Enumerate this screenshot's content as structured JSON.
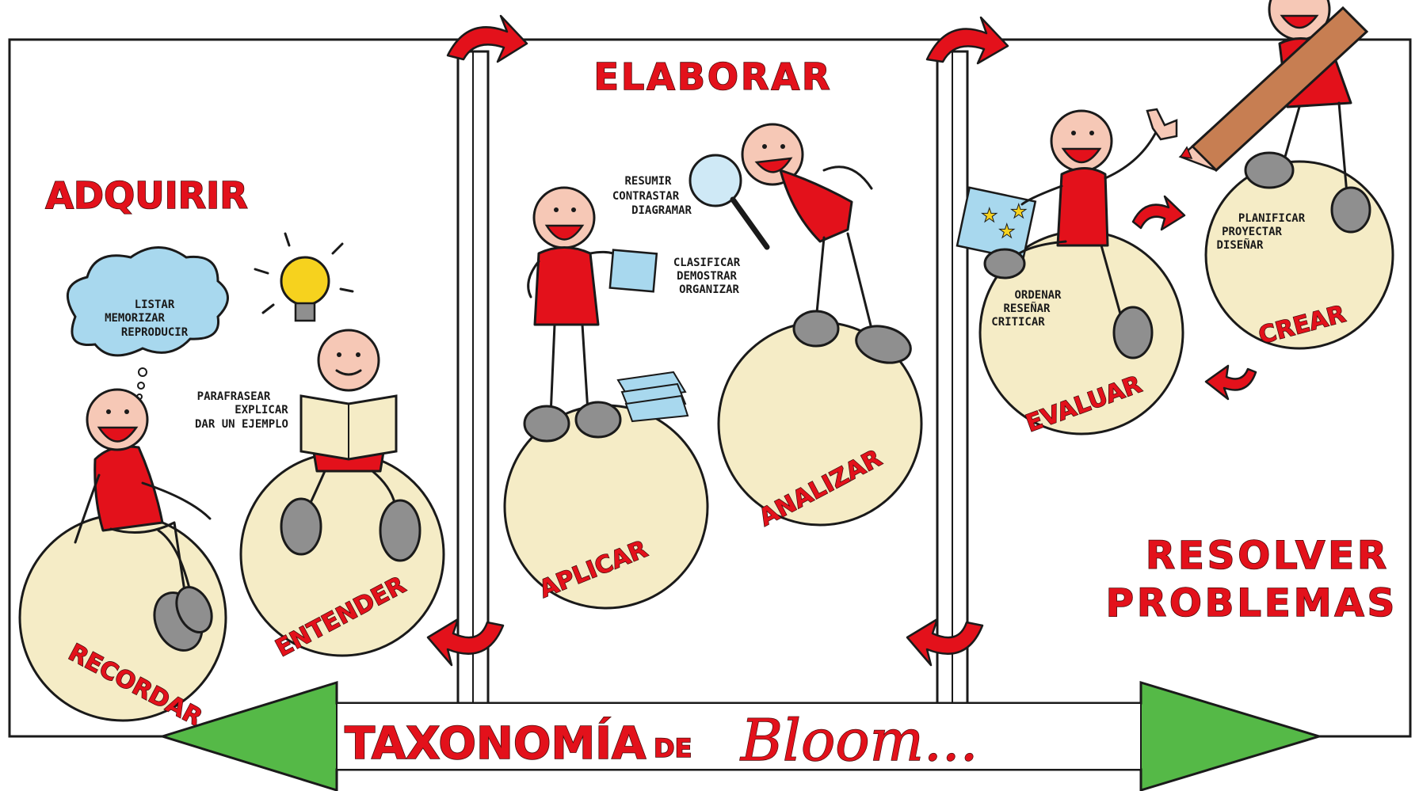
{
  "titles": {
    "adquirir": "ADQUIRIR",
    "elaborar": "ELABORAR",
    "resolver_line1": "RESOLVER",
    "resolver_line2": "PROBLEMAS"
  },
  "levels": {
    "recordar": "RECORDAR",
    "entender": "ENTENDER",
    "aplicar": "APLICAR",
    "analizar": "ANALIZAR",
    "evaluar": "EVALUAR",
    "crear": "CREAR"
  },
  "verbs": {
    "recordar": [
      "LISTAR",
      "MEMORIZAR",
      "REPRODUCIR"
    ],
    "entender": [
      "PARAFRASEAR",
      "EXPLICAR",
      "DAR UN EJEMPLO"
    ],
    "aplicar": [
      "RESUMIR",
      "CONTRASTAR",
      "DIAGRAMAR"
    ],
    "analizar": [
      "CLASIFICAR",
      "DEMOSTRAR",
      "ORGANIZAR"
    ],
    "evaluar": [
      "ORDENAR",
      "RESEÑAR",
      "CRITICAR"
    ],
    "crear": [
      "PLANIFICAR",
      "PROYECTAR",
      "DISEÑAR"
    ]
  },
  "banner": {
    "taxonomia": "TAXONOMÍA",
    "de": "DE",
    "bloom": "Bloom..."
  },
  "colors": {
    "accent_red": "#e3111b",
    "arrow_green": "#55b947",
    "ball_cream": "#f5ecc6",
    "cloud_blue": "#a8d8ee",
    "bulb_yellow": "#f6d21e"
  }
}
